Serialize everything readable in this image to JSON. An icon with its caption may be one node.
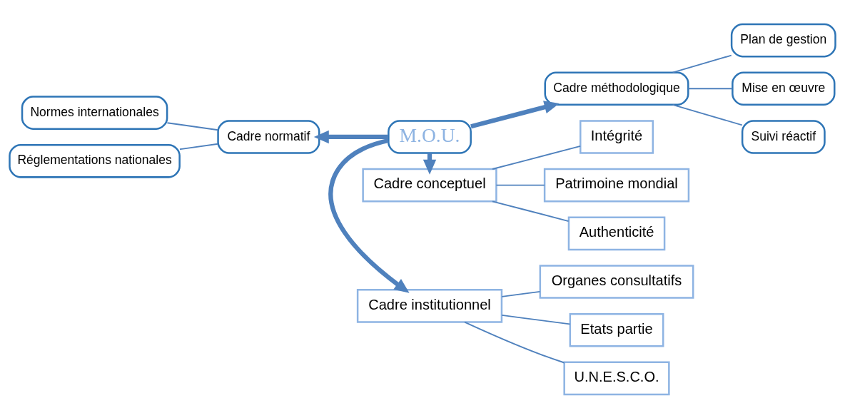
{
  "diagram": {
    "nodes": [
      {
        "text": [
          "M.O.U."
        ]
      },
      {
        "text": [
          "Cadre institutionnel"
        ]
      },
      {
        "text": [
          "Etats partie"
        ]
      },
      {
        "text": [
          "U.N.E.S.C.O."
        ]
      },
      {
        "text": [
          "Organes consultatifs"
        ]
      },
      {
        "text": [
          "Cadre normatif"
        ]
      },
      {
        "text": [
          "Normes internationales"
        ]
      },
      {
        "text": [
          "Réglementations nationales"
        ]
      },
      {
        "text": [
          "Cadre méthodologique"
        ]
      },
      {
        "text": [
          "Plan de gestion"
        ]
      },
      {
        "text": [
          "Mise en œuvre"
        ]
      },
      {
        "text": [
          "Suivi réactif"
        ]
      },
      {
        "text": [
          "Cadre conceptuel"
        ]
      },
      {
        "text": [
          "Patrimoine mondial"
        ]
      },
      {
        "text": [
          "Authenticité"
        ]
      },
      {
        "text": [
          "Intégrité"
        ]
      }
    ],
    "edges": [
      {
        "from": 0,
        "to": 1,
        "arrow": "to",
        "style": "thick"
      },
      {
        "from": 0,
        "to": 5,
        "arrow": "to",
        "style": "thick"
      },
      {
        "from": 0,
        "to": 8,
        "arrow": "to",
        "style": "thick"
      },
      {
        "from": 0,
        "to": 12,
        "arrow": "to",
        "style": "thick"
      },
      {
        "from": 1,
        "to": 2,
        "arrow": "none"
      },
      {
        "from": 1,
        "to": 3,
        "arrow": "none"
      },
      {
        "from": 1,
        "to": 4,
        "arrow": "none"
      },
      {
        "from": 5,
        "to": 6,
        "arrow": "none"
      },
      {
        "from": 5,
        "to": 7,
        "arrow": "none"
      },
      {
        "from": 8,
        "to": 9,
        "arrow": "none"
      },
      {
        "from": 8,
        "to": 10,
        "arrow": "none"
      },
      {
        "from": 8,
        "to": 11,
        "arrow": "none"
      },
      {
        "from": 12,
        "to": 13,
        "arrow": "none"
      },
      {
        "from": 12,
        "to": 14,
        "arrow": "none"
      },
      {
        "from": 12,
        "to": 15,
        "arrow": "none"
      }
    ]
  }
}
